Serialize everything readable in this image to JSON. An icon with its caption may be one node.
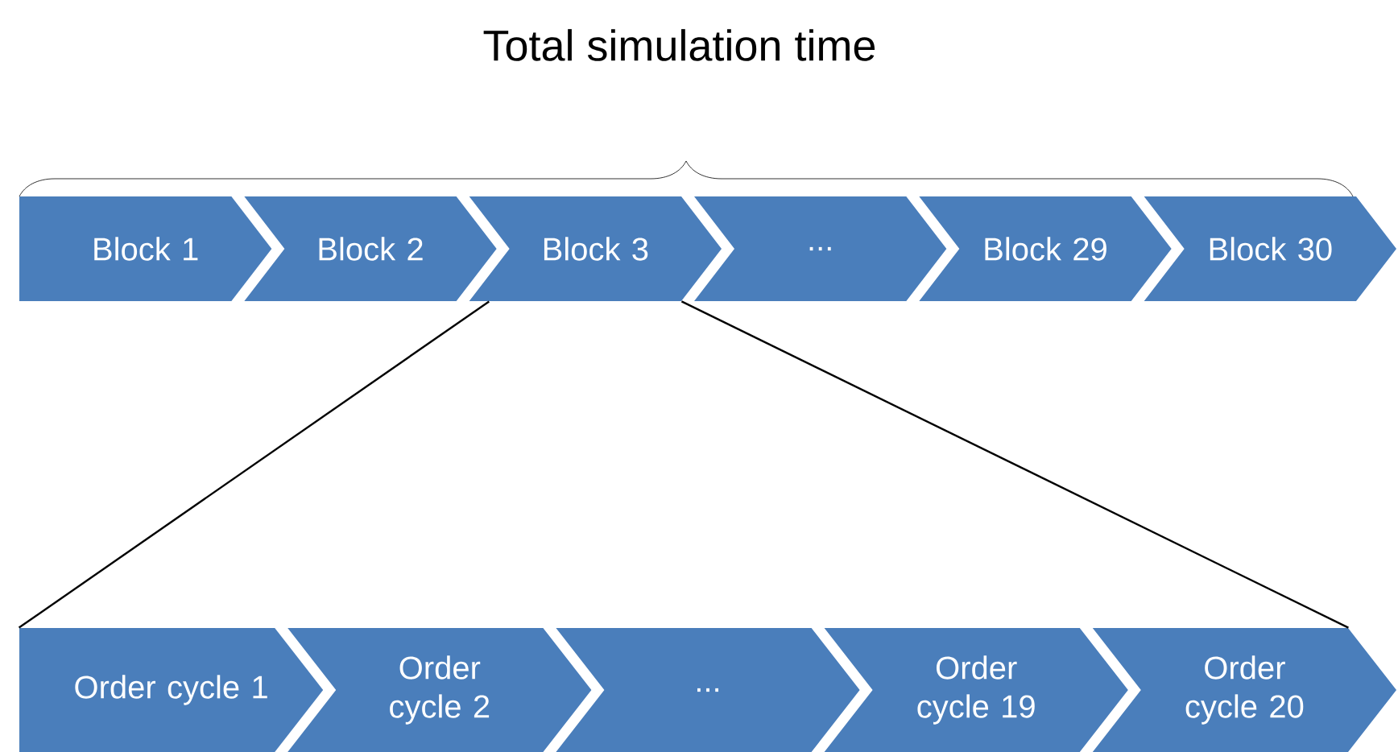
{
  "diagram": {
    "title": "Total simulation time",
    "nodes": [
      {
        "text": [
          "Block 1"
        ]
      },
      {
        "text": [
          "Block 2"
        ]
      },
      {
        "text": [
          "Block 3"
        ]
      },
      {
        "text": [
          "..."
        ]
      },
      {
        "text": [
          "Block 29"
        ]
      },
      {
        "text": [
          "Block 30"
        ]
      },
      {
        "text": [
          "Order cycle 1"
        ]
      },
      {
        "text": [
          "Order cycle 2"
        ]
      },
      {
        "text": [
          "..."
        ]
      },
      {
        "text": [
          "Order cycle 19"
        ]
      },
      {
        "text": [
          "Order cycle 20"
        ]
      }
    ],
    "edges": [
      {
        "from": 2,
        "to": 6,
        "arrow": "none"
      },
      {
        "from": 2,
        "to": 10,
        "arrow": "none"
      }
    ]
  }
}
